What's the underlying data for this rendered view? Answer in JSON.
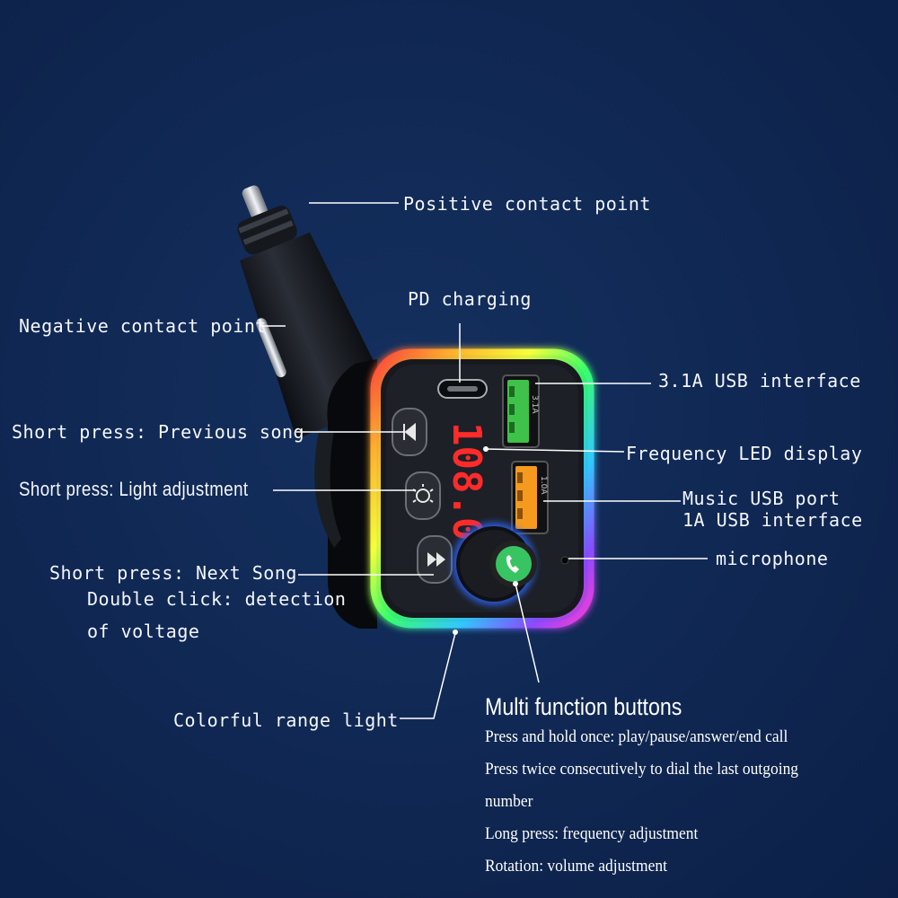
{
  "labels": {
    "positive_contact": "Positive contact point",
    "negative_contact": "Negative contact point",
    "pd_charging": "PD charging",
    "usb_31a": "3.1A USB interface",
    "prev_song": "Short press: Previous song",
    "freq_display": "Frequency LED display",
    "light_adjust": "Short press: Light adjustment",
    "music_usb_line1": "Music USB port",
    "music_usb_line2": "1A USB interface",
    "next_song": "Short press: Next Song",
    "microphone": "microphone",
    "double_click_line1": "Double click: detection",
    "double_click_line2": "of voltage",
    "colorful_light": "Colorful range light"
  },
  "multi_function": {
    "title": "Multi function buttons",
    "lines": [
      "Press and hold once: play/pause/answer/end call",
      "Press twice consecutively to dial the last outgoing",
      "number",
      "Long press: frequency adjustment",
      "Rotation: volume adjustment"
    ]
  },
  "device": {
    "display_text": "108.0",
    "usb1_text": "3.1A",
    "usb2_text": "1.0A"
  },
  "colors": {
    "background": "#0f2752",
    "usb_green": "#3fc24a",
    "usb_orange": "#f59a1e",
    "led_red": "#ff2a2a",
    "call_green": "#39c463"
  }
}
